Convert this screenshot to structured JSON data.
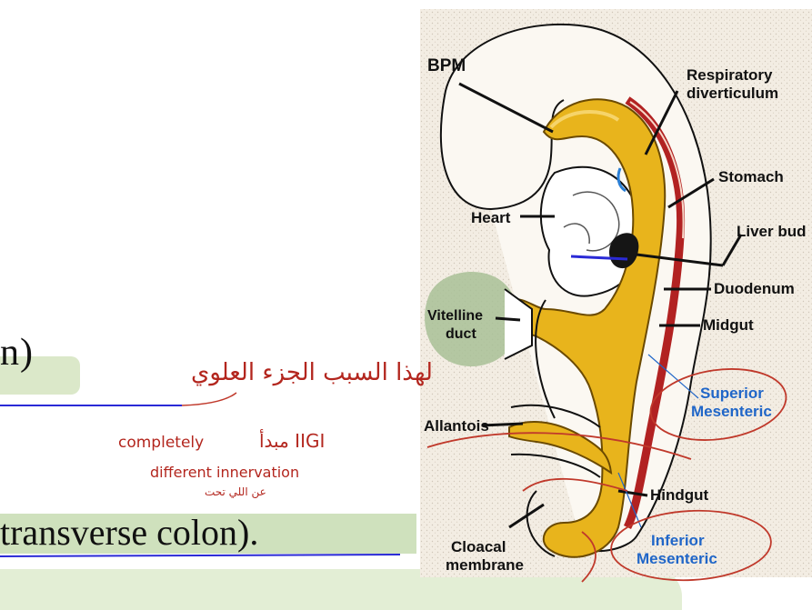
{
  "slide": {
    "fragment_n": "n",
    "fragment_paren": ")",
    "fragment_transverse": "transverse colon).",
    "bottom_line": ""
  },
  "diagram_labels": {
    "bpm": "BPM",
    "respiratory_line1": "Respiratory",
    "respiratory_line2": "diverticulum",
    "stomach": "Stomach",
    "heart": "Heart",
    "liver_bud": "Liver bud",
    "duodenum": "Duodenum",
    "vitelline_line1": "Vitelline",
    "vitelline_line2": "duct",
    "midgut": "Midgut",
    "superior_line1": "Superior",
    "superior_line2": "Mesenteric",
    "allantois": "Allantois",
    "hindgut": "Hindgut",
    "cloacal_line1": "Cloacal",
    "cloacal_line2": "membrane",
    "inferior_line1": "Inferior",
    "inferior_line2": "Mesenteric"
  },
  "handwritten": {
    "line1": "لهذا السبب الجزء العلوي",
    "line2_arabic": "مبدأ IIGI",
    "line2_english": "completely",
    "line3": "different innervation",
    "line4": "عن اللي تحت"
  },
  "colors": {
    "highlight": "#cfe1bd",
    "gut_yellow": "#e8b41c",
    "mesoderm_red": "#b22222",
    "annotation_red": "#c0392b",
    "label_blue": "#2066c8",
    "vitelline_green": "#8aa97a",
    "stipple_bg": "#f1eadf"
  }
}
